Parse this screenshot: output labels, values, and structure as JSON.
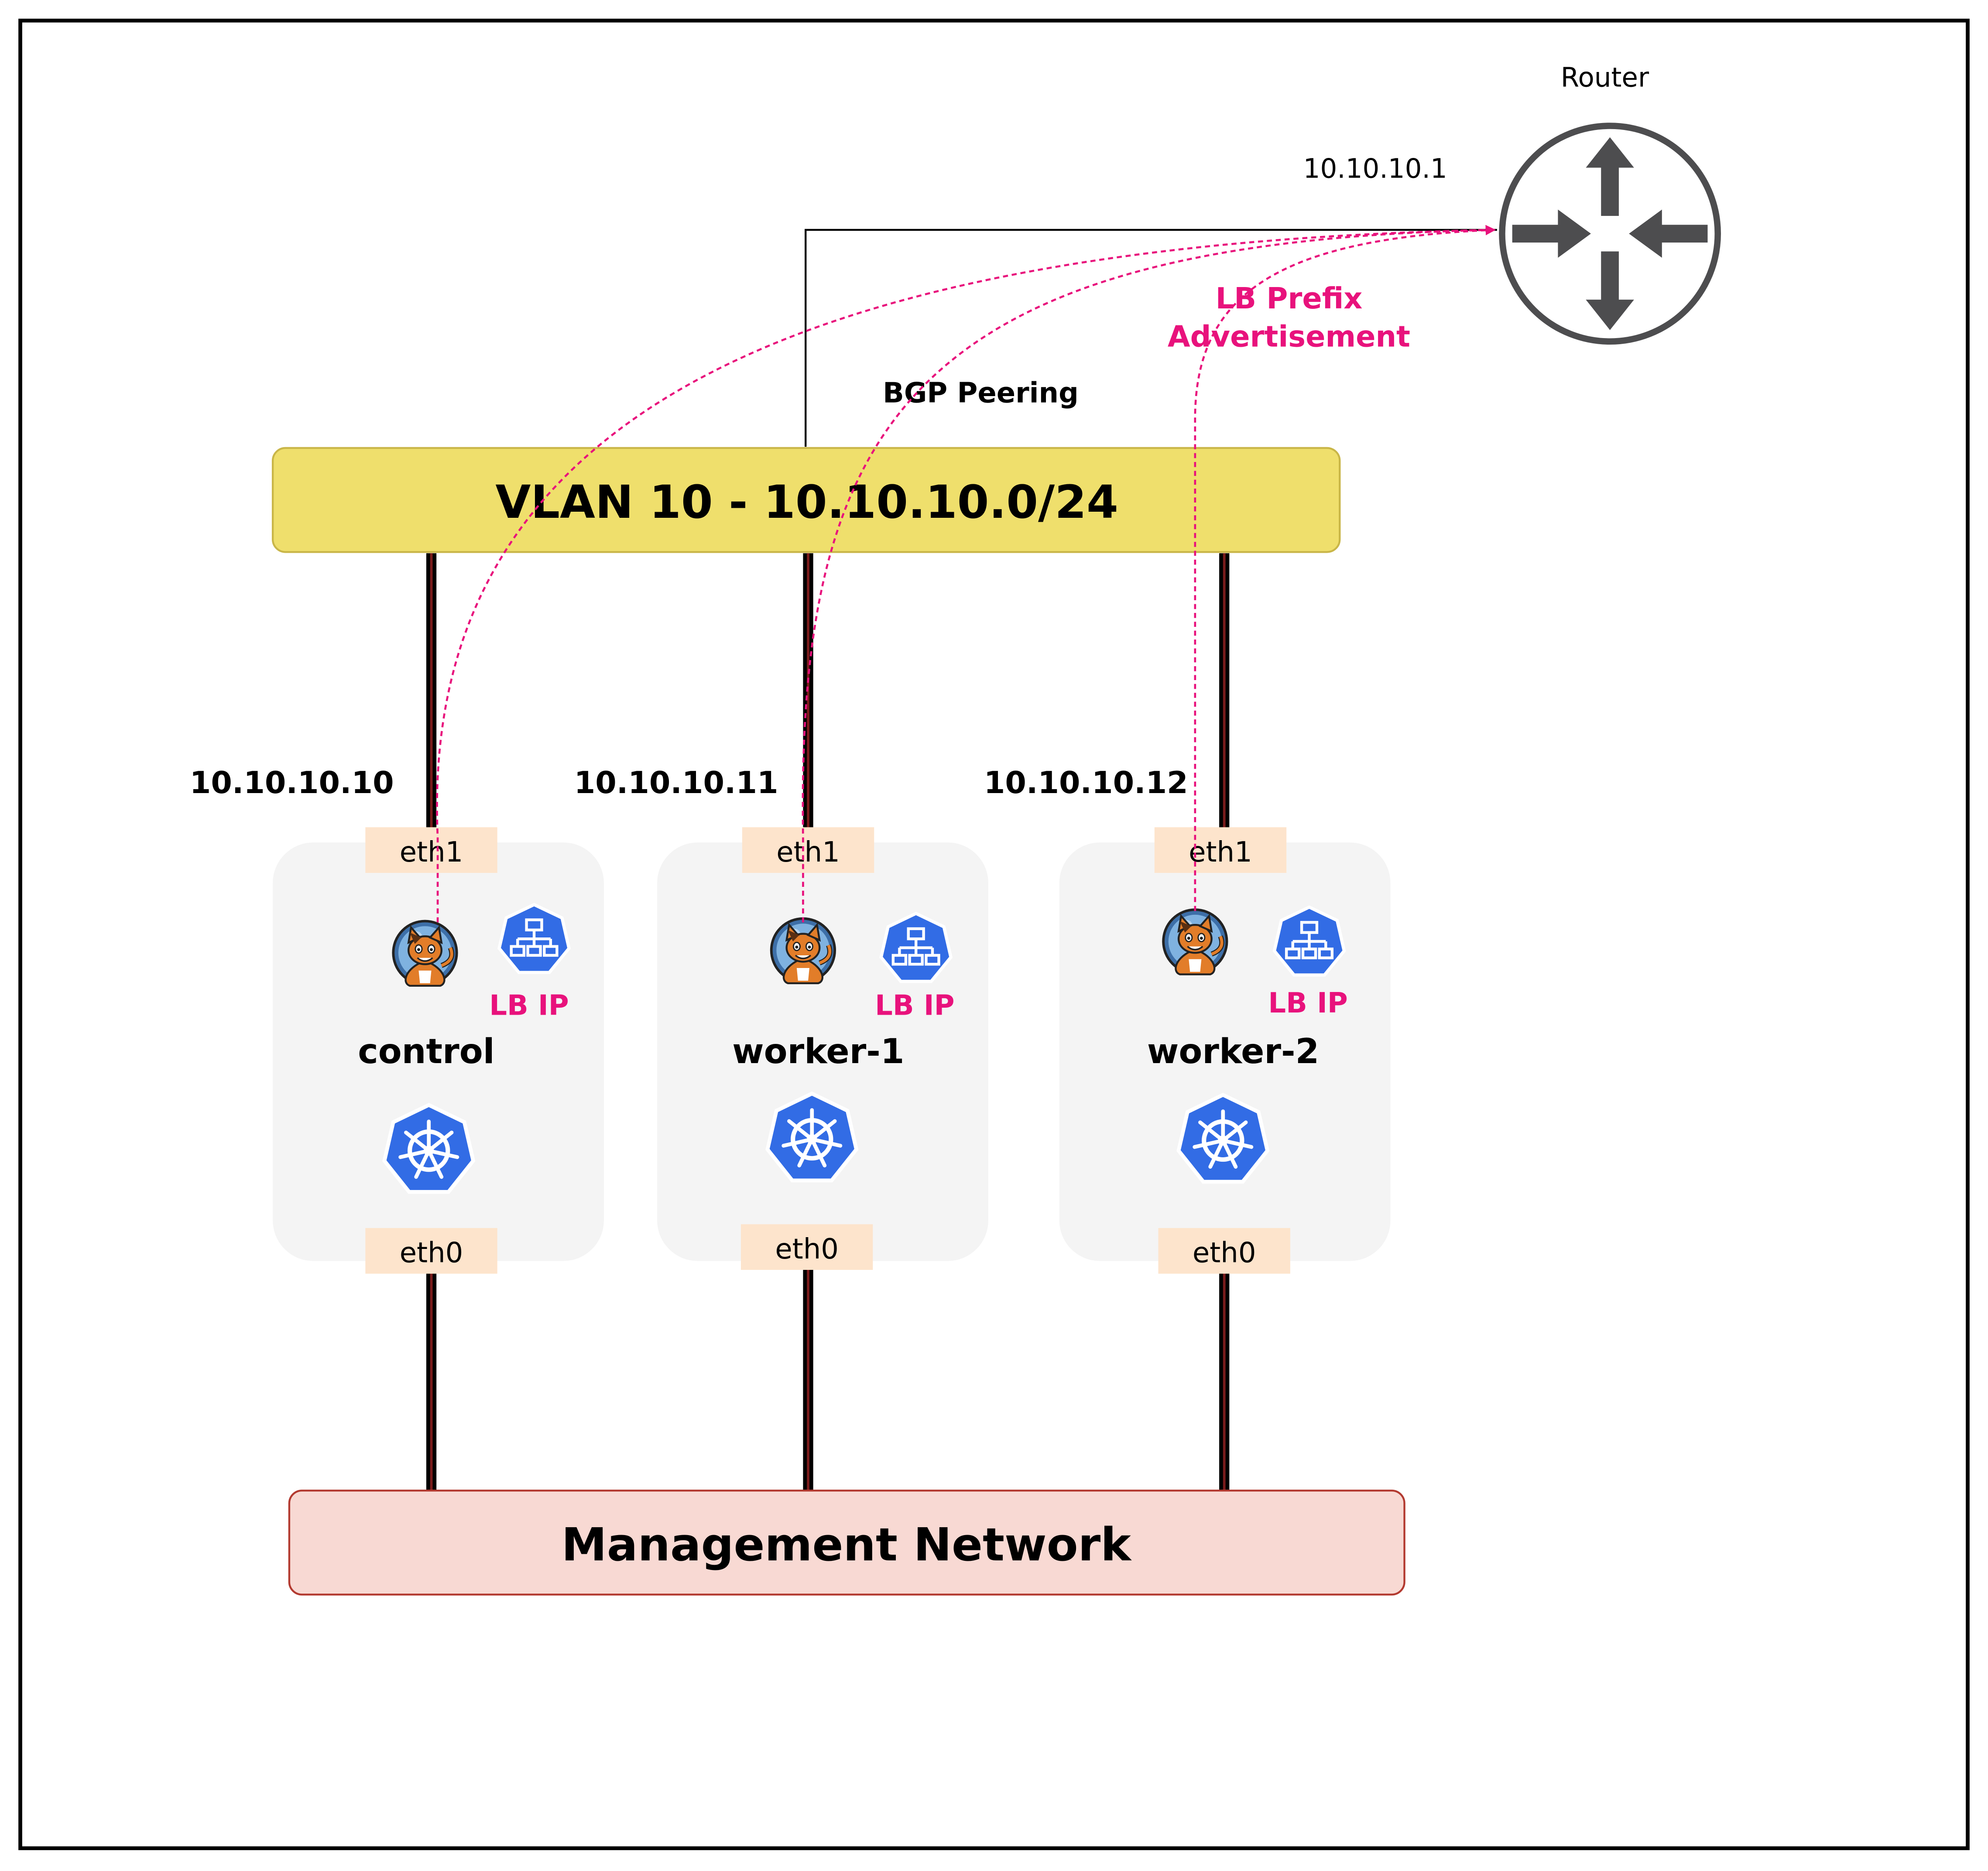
{
  "router": {
    "label": "Router",
    "ip": "10.10.10.1"
  },
  "annotations": {
    "bgp_peering": "BGP Peering",
    "lb_prefix_line1": "LB Prefix",
    "lb_prefix_line2": "Advertisement"
  },
  "vlan": {
    "label": "VLAN 10 - 10.10.10.0/24"
  },
  "management": {
    "label": "Management Network"
  },
  "nodes": [
    {
      "name": "control",
      "ip": "10.10.10.10",
      "eth1": "eth1",
      "eth0": "eth0",
      "lb_label": "LB IP"
    },
    {
      "name": "worker-1",
      "ip": "10.10.10.11",
      "eth1": "eth1",
      "eth0": "eth0",
      "lb_label": "LB IP"
    },
    {
      "name": "worker-2",
      "ip": "10.10.10.12",
      "eth1": "eth1",
      "eth0": "eth0",
      "lb_label": "LB IP"
    }
  ],
  "colors": {
    "vlan_fill": "#efdf6c",
    "vlan_stroke": "#c9b648",
    "mgmt_fill": "#f8d9d3",
    "mgmt_stroke": "#b33a30",
    "node_fill": "#f4f4f4",
    "iface_fill": "#fde4cc",
    "accent_pink": "#e8127c",
    "k8s_blue": "#326ce5",
    "router_gray": "#4d4d4f"
  },
  "icons": {
    "node_agent": "cat-mascot-icon",
    "load_balancer": "k8s-service-icon",
    "kubernetes": "kubernetes-wheel-icon",
    "router": "router-icon"
  }
}
